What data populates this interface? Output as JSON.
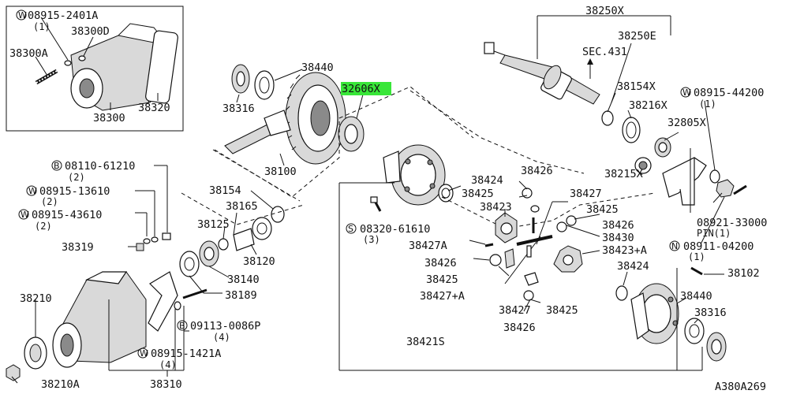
{
  "diagram": {
    "inset_labels": [
      "08915-2401A",
      "(1)",
      "38300D",
      "38300A",
      "38300",
      "38320"
    ],
    "labels": [
      {
        "text": "38250X"
      },
      {
        "text": "38250E"
      },
      {
        "text": "SEC.431"
      },
      {
        "text": "38440"
      },
      {
        "text": "32606X",
        "highlight": true
      },
      {
        "text": "38316"
      },
      {
        "text": "38154X"
      },
      {
        "text": "08915-44200",
        "prefix": "W"
      },
      {
        "text": "(1)"
      },
      {
        "text": "38216X"
      },
      {
        "text": "32805X"
      },
      {
        "text": "38215X"
      },
      {
        "text": "38100"
      },
      {
        "text": "08110-61210",
        "prefix": "B"
      },
      {
        "text": "(2)"
      },
      {
        "text": "08915-13610",
        "prefix": "W"
      },
      {
        "text": "(2)"
      },
      {
        "text": "08915-43610",
        "prefix": "W"
      },
      {
        "text": "(2)"
      },
      {
        "text": "38154"
      },
      {
        "text": "38165"
      },
      {
        "text": "38125"
      },
      {
        "text": "38319"
      },
      {
        "text": "38120"
      },
      {
        "text": "38140"
      },
      {
        "text": "38189"
      },
      {
        "text": "38424"
      },
      {
        "text": "38426"
      },
      {
        "text": "38425"
      },
      {
        "text": "38427"
      },
      {
        "text": "38423"
      },
      {
        "text": "38425"
      },
      {
        "text": "38426"
      },
      {
        "text": "08320-61610",
        "prefix": "S"
      },
      {
        "text": "(3)"
      },
      {
        "text": "38427A"
      },
      {
        "text": "38430"
      },
      {
        "text": "38423+A"
      },
      {
        "text": "38426"
      },
      {
        "text": "38425"
      },
      {
        "text": "38427+A"
      },
      {
        "text": "38427"
      },
      {
        "text": "38425"
      },
      {
        "text": "38426"
      },
      {
        "text": "38424"
      },
      {
        "text": "08921-33000"
      },
      {
        "text": "PIN(1)"
      },
      {
        "text": "08911-04200",
        "prefix": "N"
      },
      {
        "text": "(1)"
      },
      {
        "text": "38102"
      },
      {
        "text": "38440"
      },
      {
        "text": "38316"
      },
      {
        "text": "38421S"
      },
      {
        "text": "38210"
      },
      {
        "text": "09113-0086P",
        "prefix": "B"
      },
      {
        "text": "(4)"
      },
      {
        "text": "08915-1421A",
        "prefix": "W"
      },
      {
        "text": "(4)"
      },
      {
        "text": "38210A"
      },
      {
        "text": "38310"
      },
      {
        "text": "A380A269"
      }
    ]
  }
}
